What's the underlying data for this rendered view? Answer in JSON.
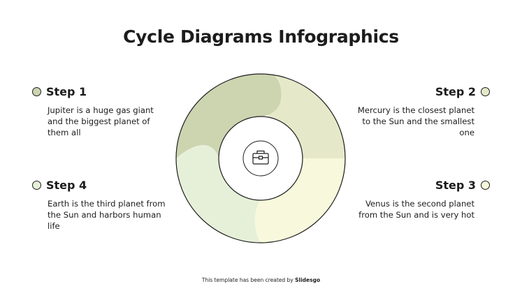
{
  "title": "Cycle Diagrams Infographics",
  "steps": [
    {
      "label": "Step 1",
      "text": "Jupiter is a huge gas giant and the biggest planet of them all",
      "color": "#ccd4b0"
    },
    {
      "label": "Step 2",
      "text": "Mercury is the closest planet to the Sun and the smallest one",
      "color": "#e6e9c9"
    },
    {
      "label": "Step 3",
      "text": "Venus is the second planet from the Sun and is very hot",
      "color": "#f8f9dc"
    },
    {
      "label": "Step 4",
      "text": "Earth is the third planet from the Sun and harbors human life",
      "color": "#e6f0d9"
    }
  ],
  "center_icon": "briefcase-icon",
  "footer": {
    "prefix": "This template has been created by",
    "brand": "Slidesgo"
  }
}
